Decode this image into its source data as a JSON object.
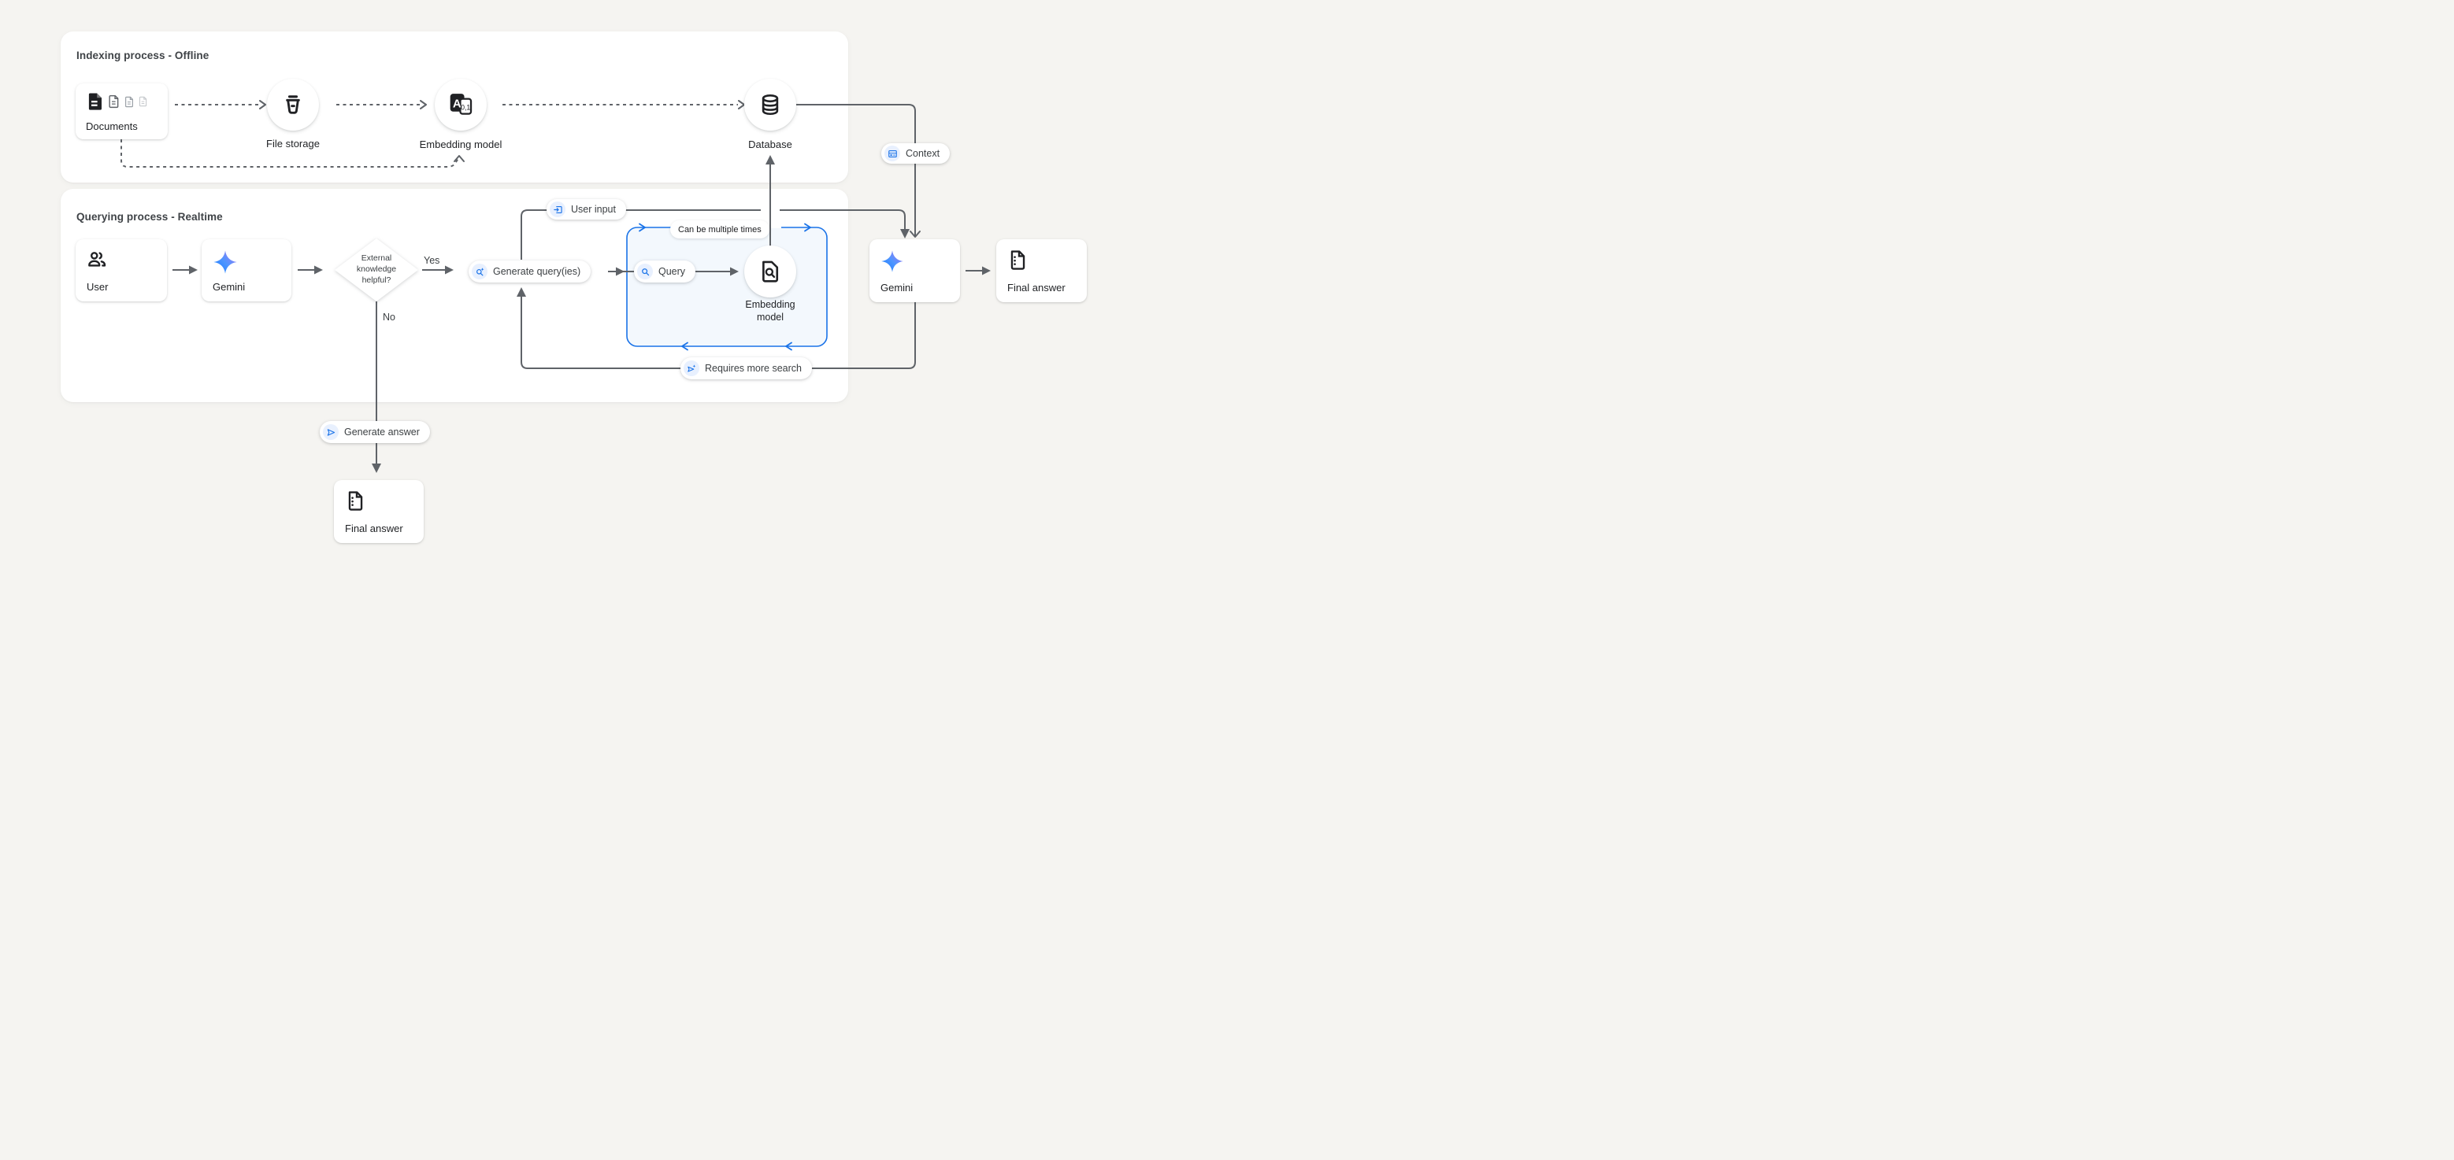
{
  "titles": {
    "indexing": "Indexing process - Offline",
    "querying": "Querying process - Realtime"
  },
  "nodes": {
    "documents": "Documents",
    "file_storage": "File storage",
    "embedding_model_offline": "Embedding model",
    "database": "Database",
    "user": "User",
    "gemini_left": "Gemini",
    "gemini_right": "Gemini",
    "final_answer_right": "Final answer",
    "final_answer_bottom": "Final answer",
    "embedding_query_1": "Embedding",
    "embedding_query_2": "model"
  },
  "pills": {
    "context": "Context",
    "user_input": "User input",
    "generate_queries": "Generate query(ies)",
    "query": "Query",
    "can_multiple": "Can be multiple times",
    "requires_more": "Requires more search",
    "generate_answer": "Generate answer"
  },
  "decision": {
    "line1": "External",
    "line2": "knowledge",
    "line3": "helpful?",
    "yes": "Yes",
    "no": "No"
  },
  "colors": {
    "accent_blue": "#1a73e8",
    "line_gray": "#5f6368",
    "icon_dark": "#202124",
    "page_bg": "#f5f4f1",
    "panel_bg": "#ffffff",
    "blue_box_fill": "#f3f8fd",
    "icon_chip_bg": "#e8f0fe",
    "gemini_gradient_start": "#1c7dff",
    "gemini_gradient_end": "#9c7cf4"
  },
  "icons": [
    "document-icon",
    "file-storage-bucket-icon",
    "embedding-translate-icon",
    "database-icon",
    "users-icon",
    "gemini-star-icon",
    "search-icon",
    "search-sparkle-icon",
    "document-search-icon",
    "document-list-icon",
    "send-icon",
    "send-sparkle-icon",
    "input-icon",
    "article-icon"
  ]
}
